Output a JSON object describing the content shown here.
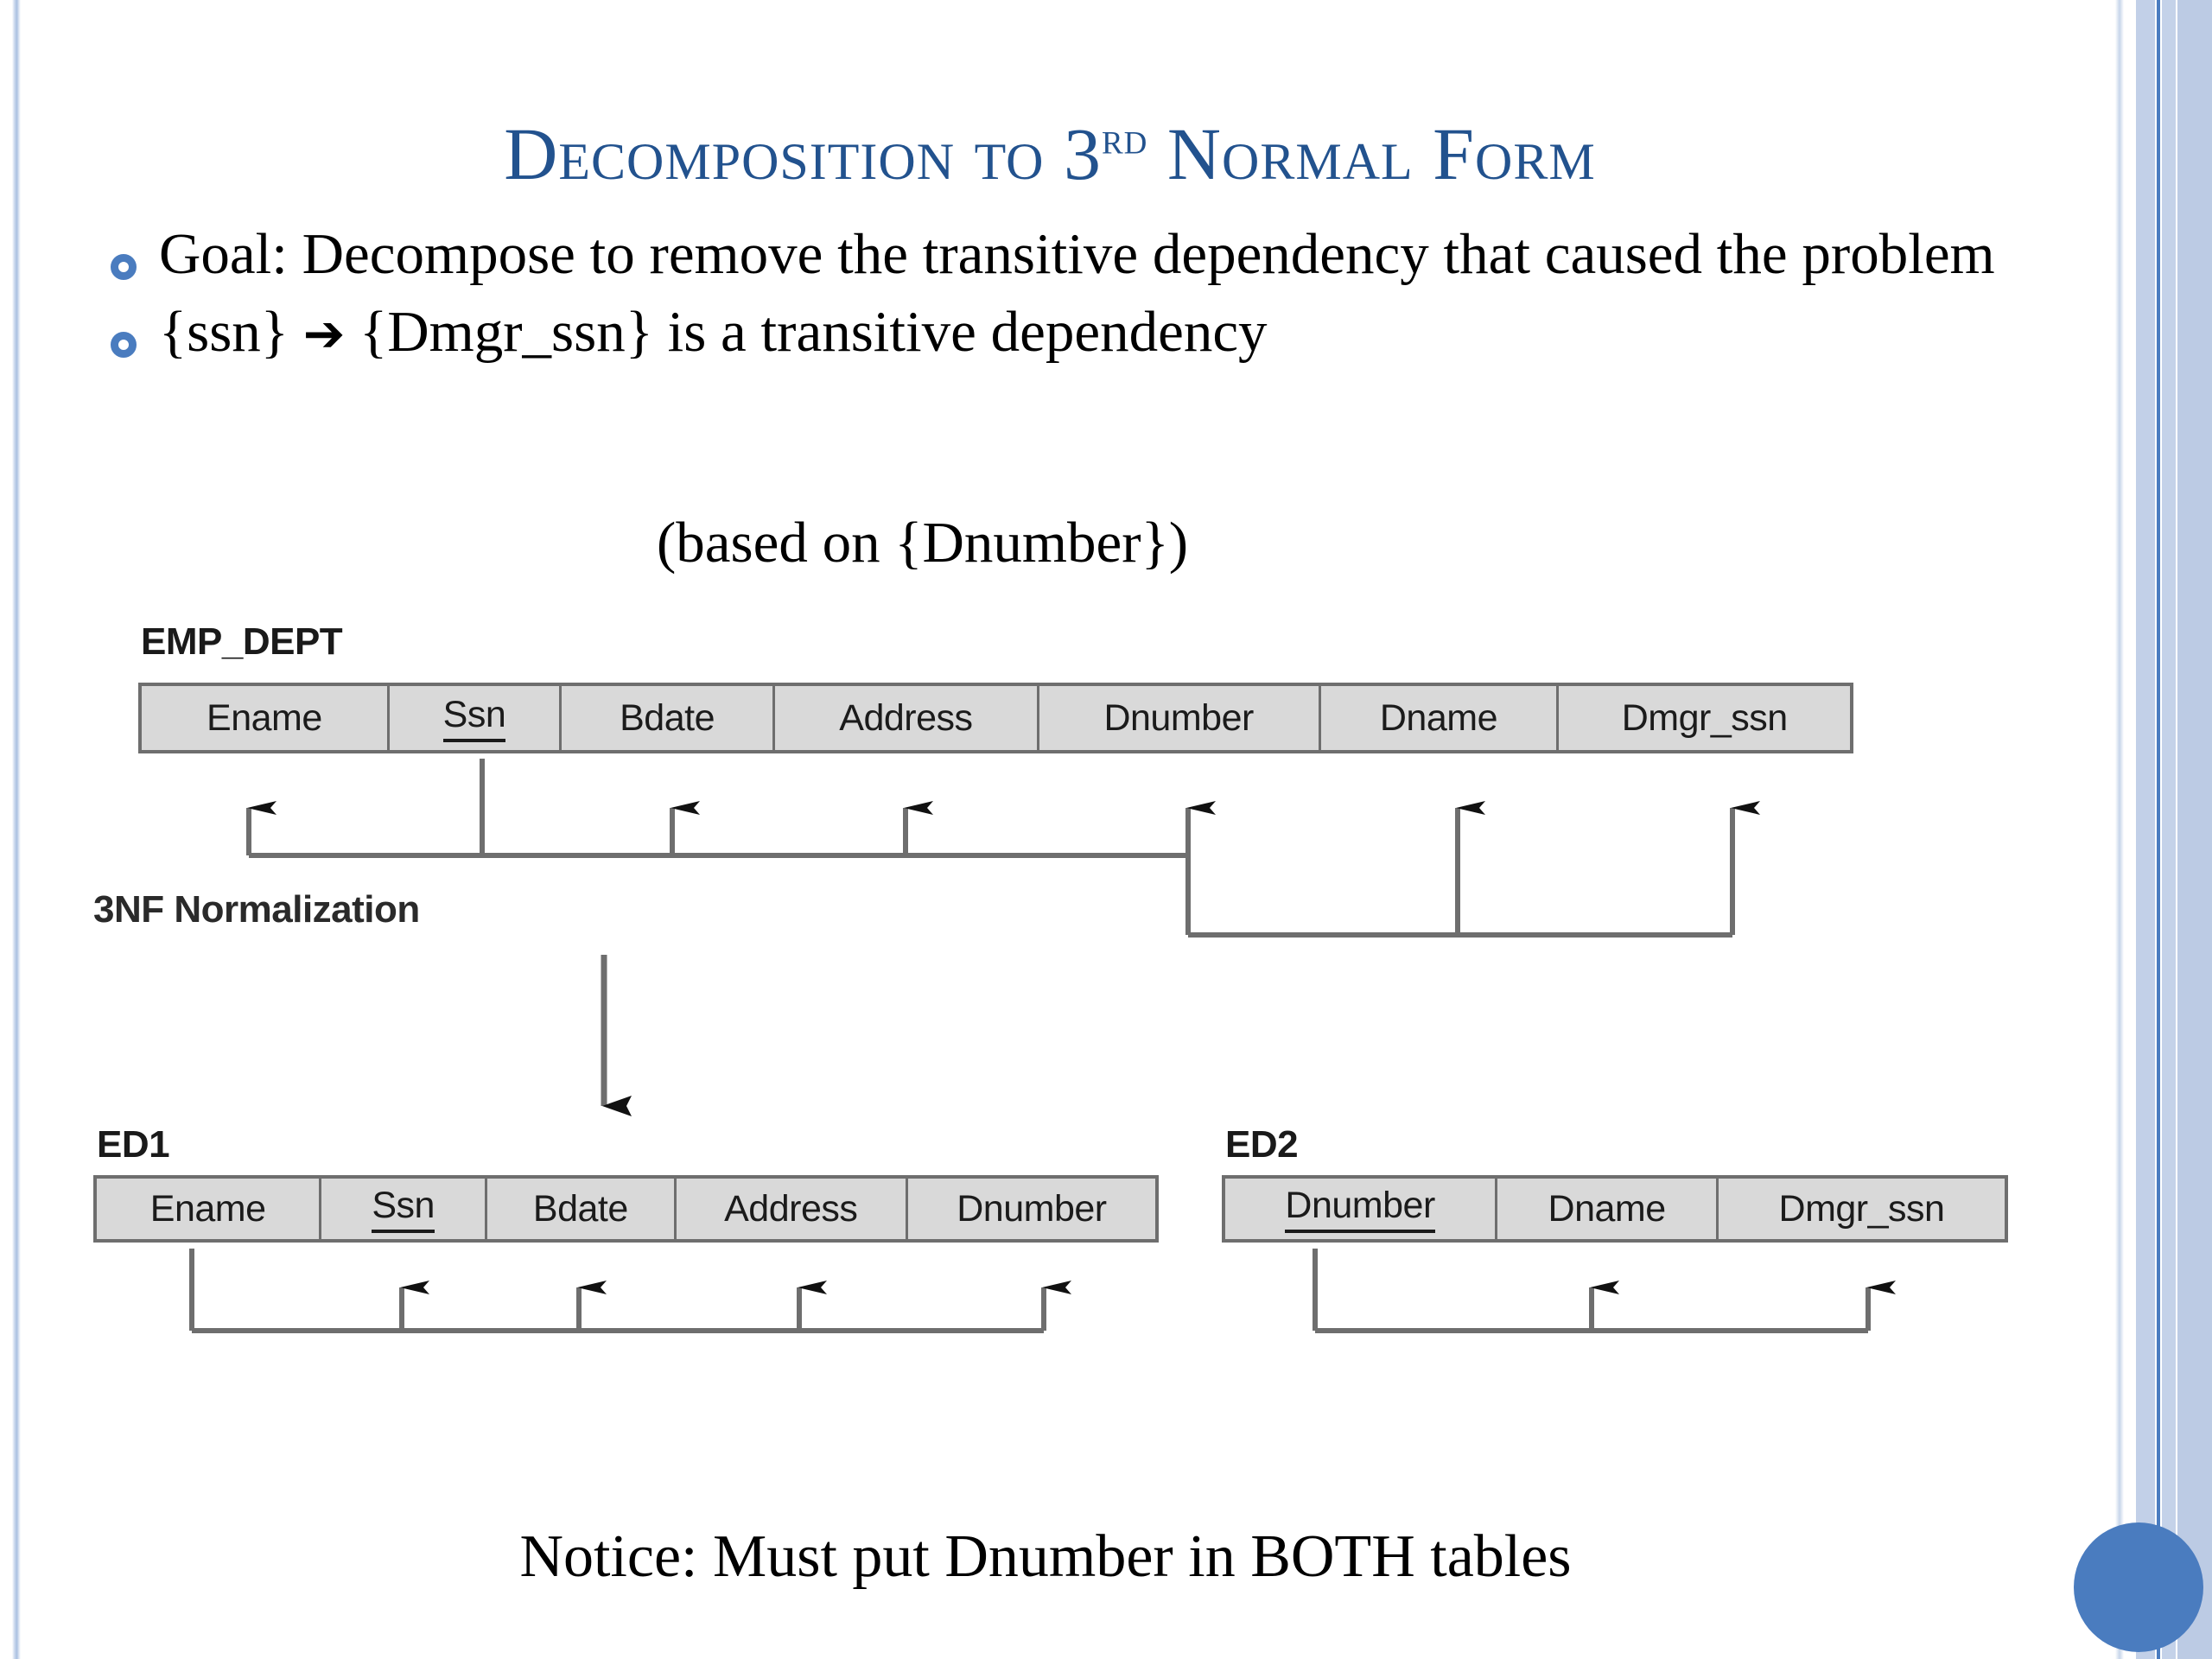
{
  "slide": {
    "title_main_1": "Decomposition to 3",
    "title_sup": "rd",
    "title_main_2": " Normal Form",
    "title_plain": "Decomposition to 3rd Normal Form",
    "title_color": "#22528e",
    "bullet_color": "#4a7cbf",
    "accent_circle_color": "#4a7cbf"
  },
  "bullets": [
    {
      "text": "Goal:  Decompose to remove the transitive dependency that caused the problem"
    },
    {
      "text_before": "{ssn}",
      "arrow": "➔",
      "text_after": "{Dmgr_ssn} is a transitive dependency"
    }
  ],
  "subline": "(based on {Dnumber})",
  "ghost_text": "3NF Normalization",
  "notice": "Notice:  Must put Dnumber in BOTH tables",
  "diagram": {
    "tables": [
      {
        "name": "EMP_DEPT",
        "attributes": [
          {
            "label": "Ename",
            "pk": false
          },
          {
            "label": "Ssn",
            "pk": true
          },
          {
            "label": "Bdate",
            "pk": false
          },
          {
            "label": "Address",
            "pk": false
          },
          {
            "label": "Dnumber",
            "pk": false
          },
          {
            "label": "Dname",
            "pk": false
          },
          {
            "label": "Dmgr_ssn",
            "pk": false
          }
        ],
        "dependencies": [
          {
            "determinant": "Ssn",
            "dependents": [
              "Ename",
              "Bdate",
              "Address",
              "Dnumber"
            ]
          },
          {
            "determinant": "Dnumber",
            "dependents": [
              "Dname",
              "Dmgr_ssn"
            ]
          }
        ]
      },
      {
        "name": "ED1",
        "attributes": [
          {
            "label": "Ename",
            "pk": false
          },
          {
            "label": "Ssn",
            "pk": true
          },
          {
            "label": "Bdate",
            "pk": false
          },
          {
            "label": "Address",
            "pk": false
          },
          {
            "label": "Dnumber",
            "pk": false
          }
        ],
        "dependencies": [
          {
            "determinant": "Ssn",
            "dependents": [
              "Bdate",
              "Address",
              "Dnumber"
            ]
          }
        ]
      },
      {
        "name": "ED2",
        "attributes": [
          {
            "label": "Dnumber",
            "pk": true
          },
          {
            "label": "Dname",
            "pk": false
          },
          {
            "label": "Dmgr_ssn",
            "pk": false
          }
        ],
        "dependencies": [
          {
            "determinant": "Dnumber",
            "dependents": [
              "Dname",
              "Dmgr_ssn"
            ]
          }
        ]
      }
    ],
    "decomposition_arrow": {
      "from": "EMP_DEPT",
      "to": "ED1 / ED2",
      "direction": "down"
    }
  }
}
